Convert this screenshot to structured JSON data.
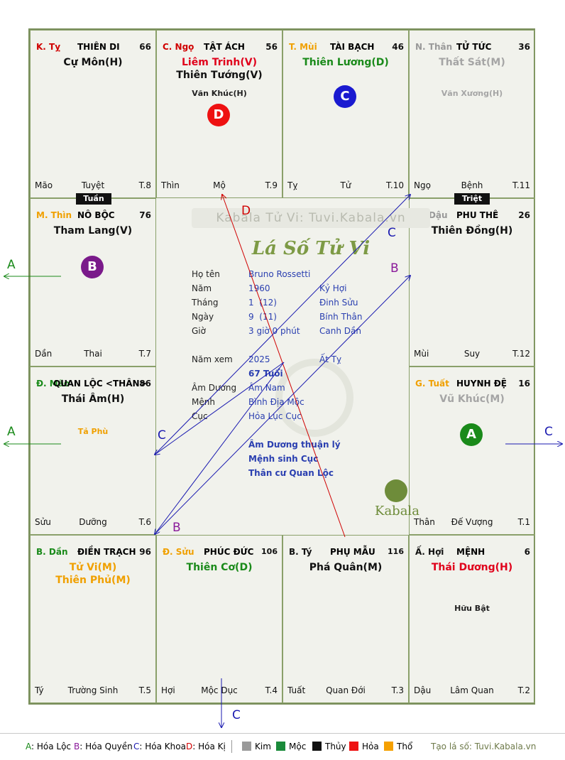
{
  "palaces": [
    {
      "can": "K. Tỵ",
      "can_color": "#d00000",
      "name": "THIÊN DI",
      "num": "66",
      "major": [
        {
          "text": "Cự Môn(H)",
          "color": "#111111"
        }
      ],
      "minor": [],
      "bl": "Mão",
      "bc": "Tuyệt",
      "br": "T.8"
    },
    {
      "can": "C. Ngọ",
      "can_color": "#d00000",
      "name": "TẬT ÁCH",
      "num": "56",
      "major": [
        {
          "text": "Liêm Trinh(V)",
          "color": "#e0001b"
        },
        {
          "text": "Thiên Tướng(V)",
          "color": "#111111"
        }
      ],
      "minor": [
        {
          "text": "Văn Khúc(H)",
          "color": "#222222"
        }
      ],
      "bl": "Thìn",
      "bc": "Mộ",
      "br": "T.9"
    },
    {
      "can": "T. Mùi",
      "can_color": "#f0a000",
      "name": "TÀI BẠCH",
      "num": "46",
      "major": [
        {
          "text": "Thiên Lương(D)",
          "color": "#1a8a1a"
        }
      ],
      "minor": [],
      "bl": "Tỵ",
      "bc": "Tử",
      "br": "T.10"
    },
    {
      "can": "N. Thân",
      "can_color": "#999999",
      "name": "TỬ TỨC",
      "num": "36",
      "major": [
        {
          "text": "Thất Sát(M)",
          "color": "#a5a5a5"
        }
      ],
      "minor": [
        {
          "text": "Văn Xương(H)",
          "color": "#a5a5a5"
        }
      ],
      "bl": "Ngọ",
      "bc": "Bệnh",
      "br": "T.11"
    },
    {
      "can": "M. Thìn",
      "can_color": "#f0a000",
      "name": "NÔ BỘC",
      "num": "76",
      "major": [
        {
          "text": "Tham Lang(V)",
          "color": "#111111"
        }
      ],
      "minor": [],
      "bl": "Dần",
      "bc": "Thai",
      "br": "T.7"
    },
    {
      "can": "Q. Dậu",
      "can_color": "#999999",
      "name": "PHU THÊ",
      "num": "26",
      "major": [
        {
          "text": "Thiên Đồng(H)",
          "color": "#111111"
        }
      ],
      "minor": [],
      "bl": "Mùi",
      "bc": "Suy",
      "br": "T.12"
    },
    {
      "can": "Đ. Mão",
      "can_color": "#1a8a1a",
      "name": "QUAN LỘC <THÂN>",
      "num": "86",
      "major": [
        {
          "text": "Thái Âm(H)",
          "color": "#111111"
        }
      ],
      "minor": [
        {
          "text": "Tả Phù",
          "color": "#f0a000"
        }
      ],
      "bl": "Sửu",
      "bc": "Dưỡng",
      "br": "T.6"
    },
    {
      "can": "G. Tuất",
      "can_color": "#f0a000",
      "name": "HUYNH ĐỆ",
      "num": "16",
      "major": [
        {
          "text": "Vũ Khúc(M)",
          "color": "#a5a5a5"
        }
      ],
      "minor": [],
      "bl": "Thân",
      "bc": "Đế Vượng",
      "br": "T.1"
    },
    {
      "can": "B. Dần",
      "can_color": "#1a8a1a",
      "name": "ĐIỀN TRẠCH",
      "num": "96",
      "major": [
        {
          "text": "Tử Vi(M)",
          "color": "#f0a000"
        },
        {
          "text": "Thiên Phủ(M)",
          "color": "#f0a000"
        }
      ],
      "minor": [],
      "bl": "Tý",
      "bc": "Trường Sinh",
      "br": "T.5"
    },
    {
      "can": "Đ. Sửu",
      "can_color": "#f0a000",
      "name": "PHÚC ĐỨC",
      "num": "106",
      "major": [
        {
          "text": "Thiên Cơ(D)",
          "color": "#1a8a1a"
        }
      ],
      "minor": [],
      "bl": "Hợi",
      "bc": "Mộc Dục",
      "br": "T.4"
    },
    {
      "can": "B. Tý",
      "can_color": "#111111",
      "name": "PHỤ MẪU",
      "num": "116",
      "major": [
        {
          "text": "Phá Quân(M)",
          "color": "#111111"
        }
      ],
      "minor": [],
      "bl": "Tuất",
      "bc": "Quan Đới",
      "br": "T.3"
    },
    {
      "can": "Ấ. Hợi",
      "can_color": "#111111",
      "name": "MỆNH",
      "num": "6",
      "major": [
        {
          "text": "Thái Dương(H)",
          "color": "#e0001b"
        }
      ],
      "minor": [
        {
          "text": "Hữu Bật",
          "color": "#222222"
        }
      ],
      "bl": "Dậu",
      "bc": "Lâm Quan",
      "br": "T.2"
    }
  ],
  "tags": {
    "tuan": "Tuần",
    "triet": "Triệt"
  },
  "circles": {
    "a": "A",
    "b": "B",
    "c": "C",
    "d": "D"
  },
  "center": {
    "watermark": "Kabala Tử Vi: Tuvi.Kabala.vn",
    "logo_title": "Lá Số Tử Vi",
    "rows": [
      {
        "label": "Họ tên",
        "v1": "Bruno Rossetti",
        "v2": ""
      },
      {
        "label": "Năm",
        "v1": "1960",
        "v2": "Kỷ Hợi"
      },
      {
        "label": "Tháng",
        "v1": "1  (12)",
        "v2": "Đinh Sửu"
      },
      {
        "label": "Ngày",
        "v1": "9  (11)",
        "v2": "Bính Thân"
      },
      {
        "label": "Giờ",
        "v1": "3 giờ 0 phút",
        "v2": "Canh Dần"
      }
    ],
    "nam_xem_label": "Năm xem",
    "nam_xem": "2025",
    "nam_xem_can": "Ất Tỵ",
    "tuoi": "67 Tuổi",
    "rows2": [
      {
        "label": "Âm Dương",
        "v1": "Âm Nam"
      },
      {
        "label": "Mệnh",
        "v1": "Bình Địa Mộc"
      },
      {
        "label": "Cục",
        "v1": "Hỏa Lục Cục"
      }
    ],
    "notes": [
      "Âm Dương thuận lý",
      "Mệnh sinh Cục",
      "Thân cư Quan Lộc"
    ],
    "brand": "Kabala"
  },
  "arrows": {
    "a": "A",
    "b": "B",
    "c": "C",
    "d": "D"
  },
  "legend": {
    "hoa": [
      {
        "key": "A",
        "text": ": Hóa Lộc",
        "color": "#1a8a1a"
      },
      {
        "key": "B",
        "text": ": Hóa Quyền",
        "color": "#8a1a9a"
      },
      {
        "key": "C",
        "text": ": Hóa Khoa",
        "color": "#1a1ab0"
      },
      {
        "key": "D",
        "text": ": Hóa Kị",
        "color": "#d00000"
      }
    ],
    "elements": [
      {
        "name": "Kim",
        "color": "#9a9a9a"
      },
      {
        "name": "Mộc",
        "color": "#1a8a3a"
      },
      {
        "name": "Thủy",
        "color": "#111111"
      },
      {
        "name": "Hỏa",
        "color": "#ee1111"
      },
      {
        "name": "Thổ",
        "color": "#f5a000"
      }
    ],
    "site": "Tạo lá số: Tuvi.Kabala.vn"
  }
}
